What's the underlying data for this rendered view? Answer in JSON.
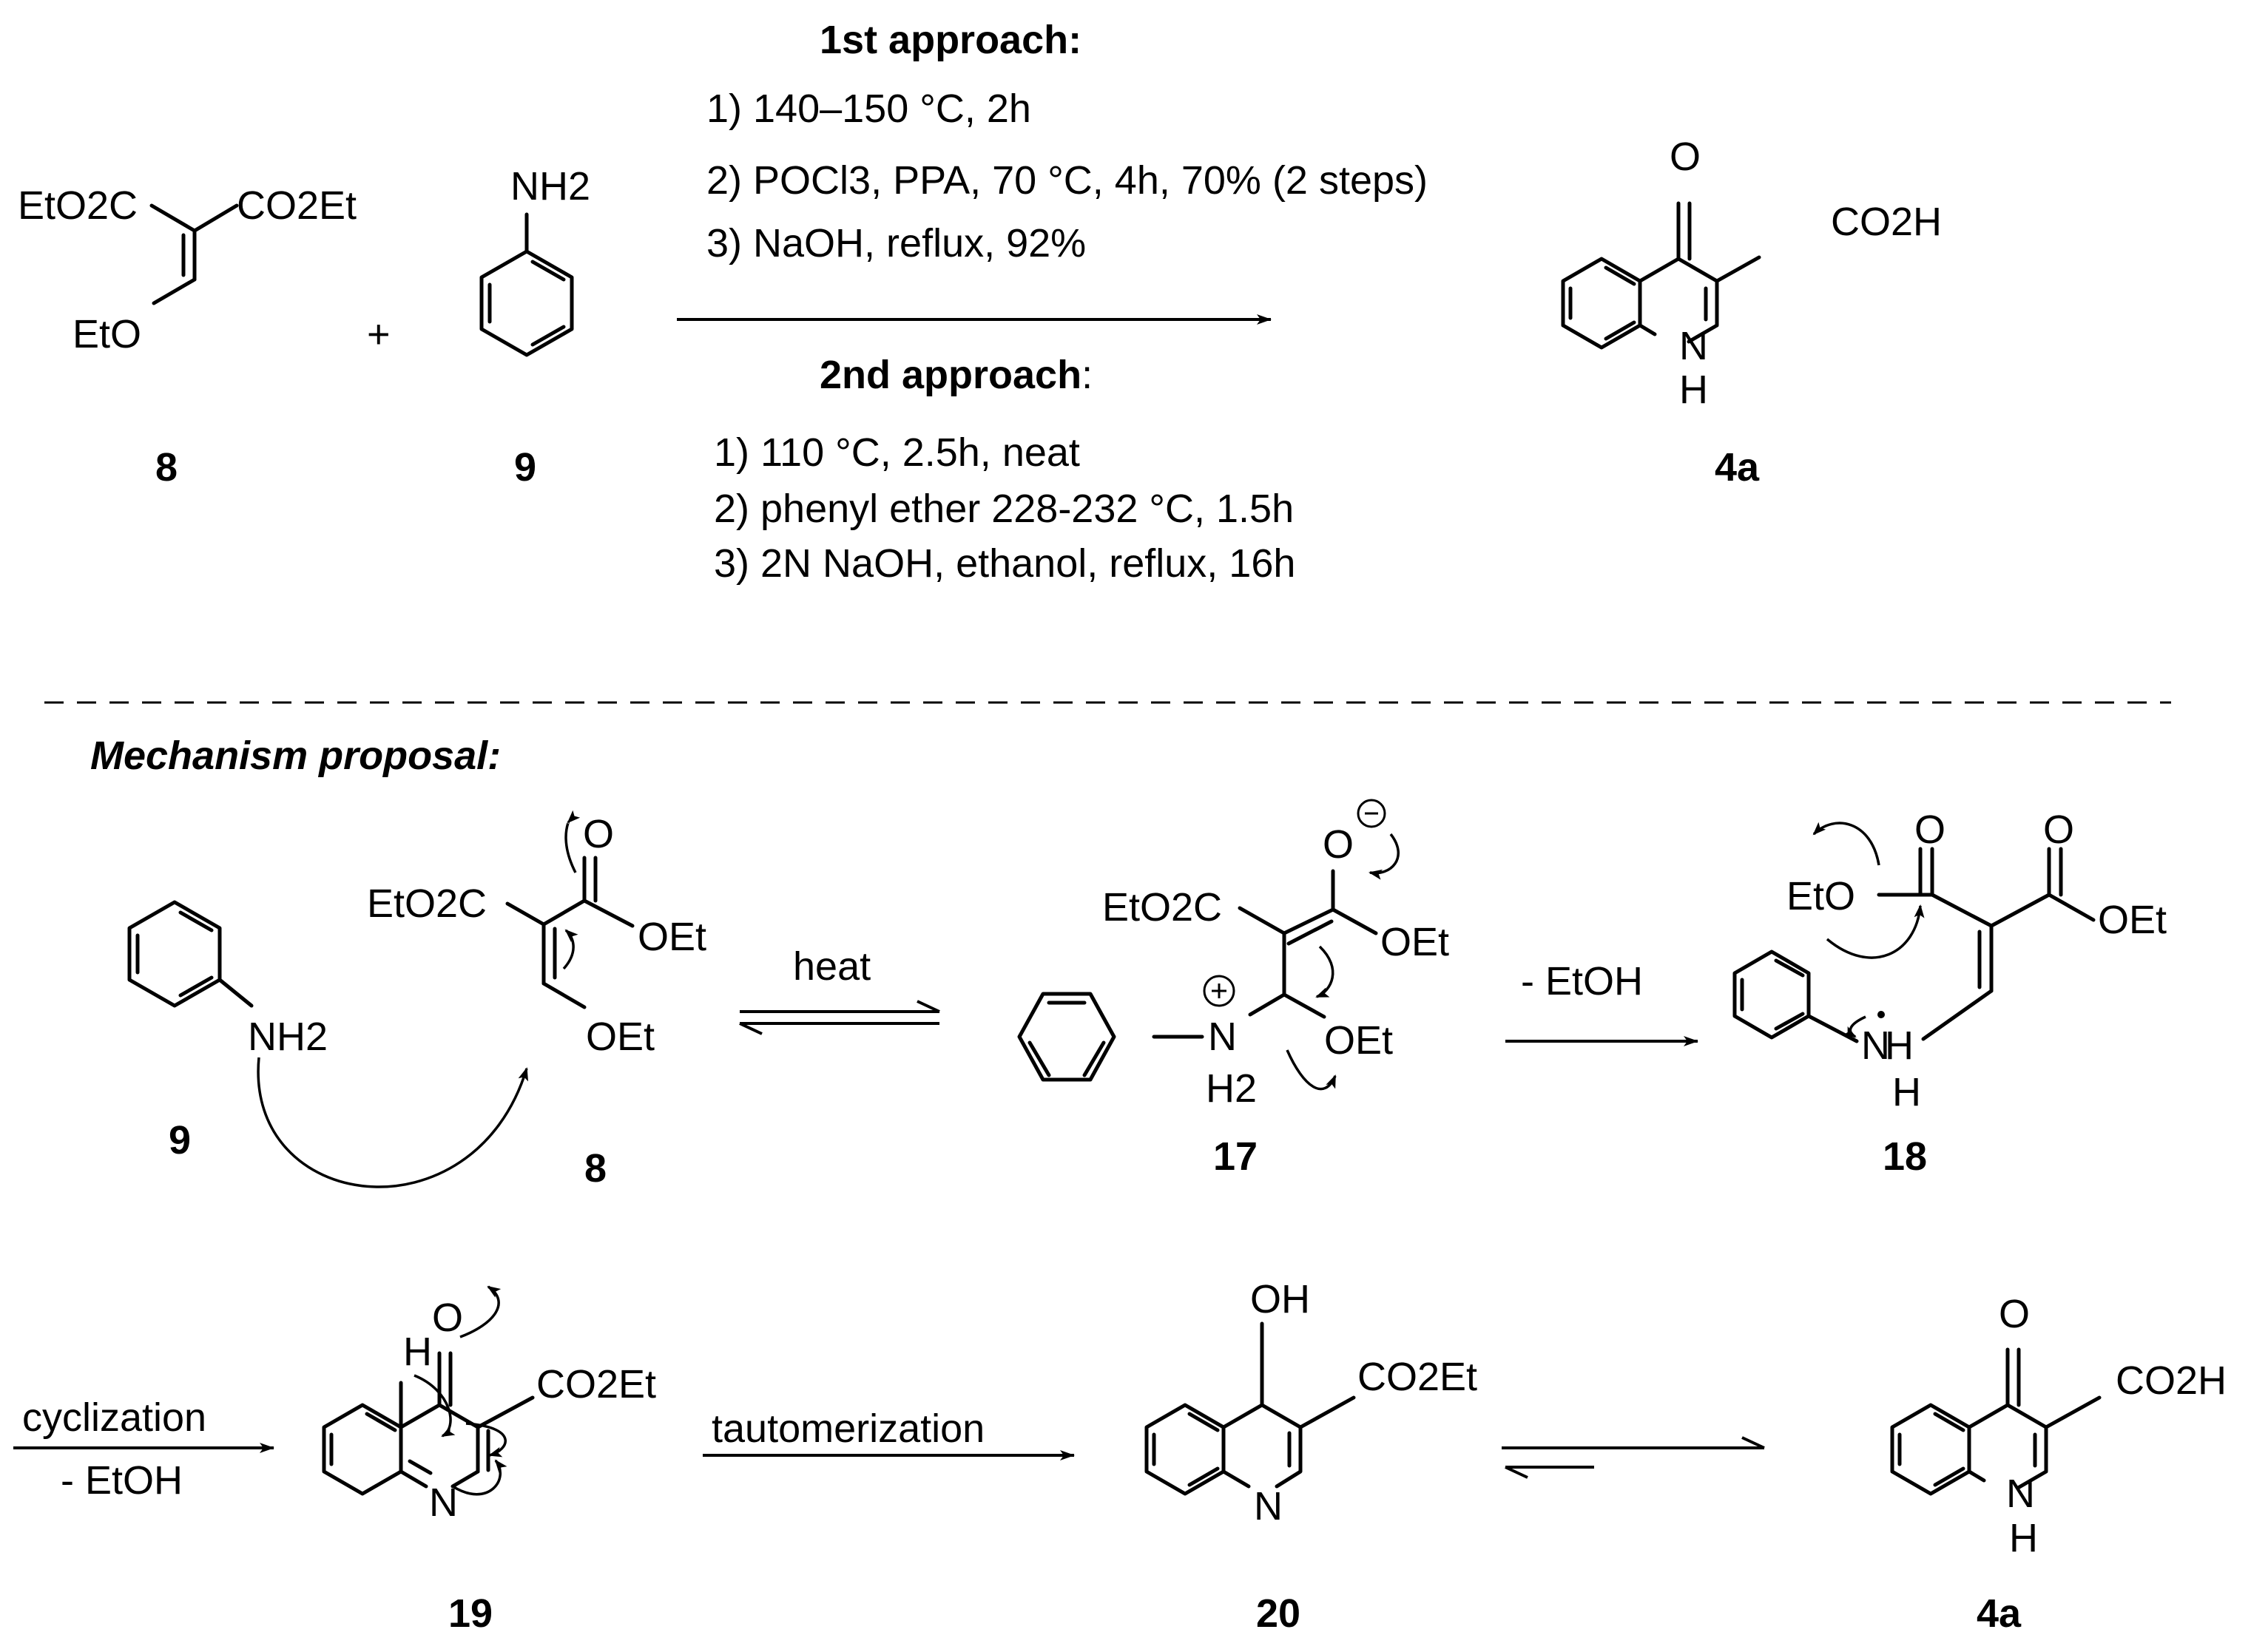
{
  "top": {
    "approach1_heading": "1st approach:",
    "approach1_steps": [
      "1) 140–150 °C, 2h",
      "2) POCl3, PPA, 70 °C, 4h, 70% (2 steps)",
      "3) NaOH, reflux, 92%"
    ],
    "approach2_heading": "2nd approach",
    "approach2_colon": ":",
    "approach2_steps": [
      "1) 110 °C, 2.5h, neat",
      "2) phenyl ether 228-232 °C, 1.5h",
      "3) 2N NaOH, ethanol, reflux, 16h"
    ],
    "plus": "+"
  },
  "compounds": {
    "c8": "8",
    "c9": "9",
    "c4a": "4a",
    "c17": "17",
    "c18": "18",
    "c19": "19",
    "c20": "20"
  },
  "groups": {
    "eto2c": "EtO2C",
    "co2et": "CO2Et",
    "eto": "EtO",
    "oet": "OEt",
    "nh2": "NH2",
    "co2h": "CO2H",
    "o": "O",
    "oh": "OH",
    "n": "N",
    "nh_n": "N",
    "nh_h": "H",
    "h": "H",
    "h2": "H2"
  },
  "mechanism": {
    "title": "Mechanism proposal:",
    "heat": "heat",
    "minus_etoh": "- EtOH",
    "cyclization": "cyclization",
    "cyclization_sub": "- EtOH",
    "tautomerization": "tautomerization"
  }
}
